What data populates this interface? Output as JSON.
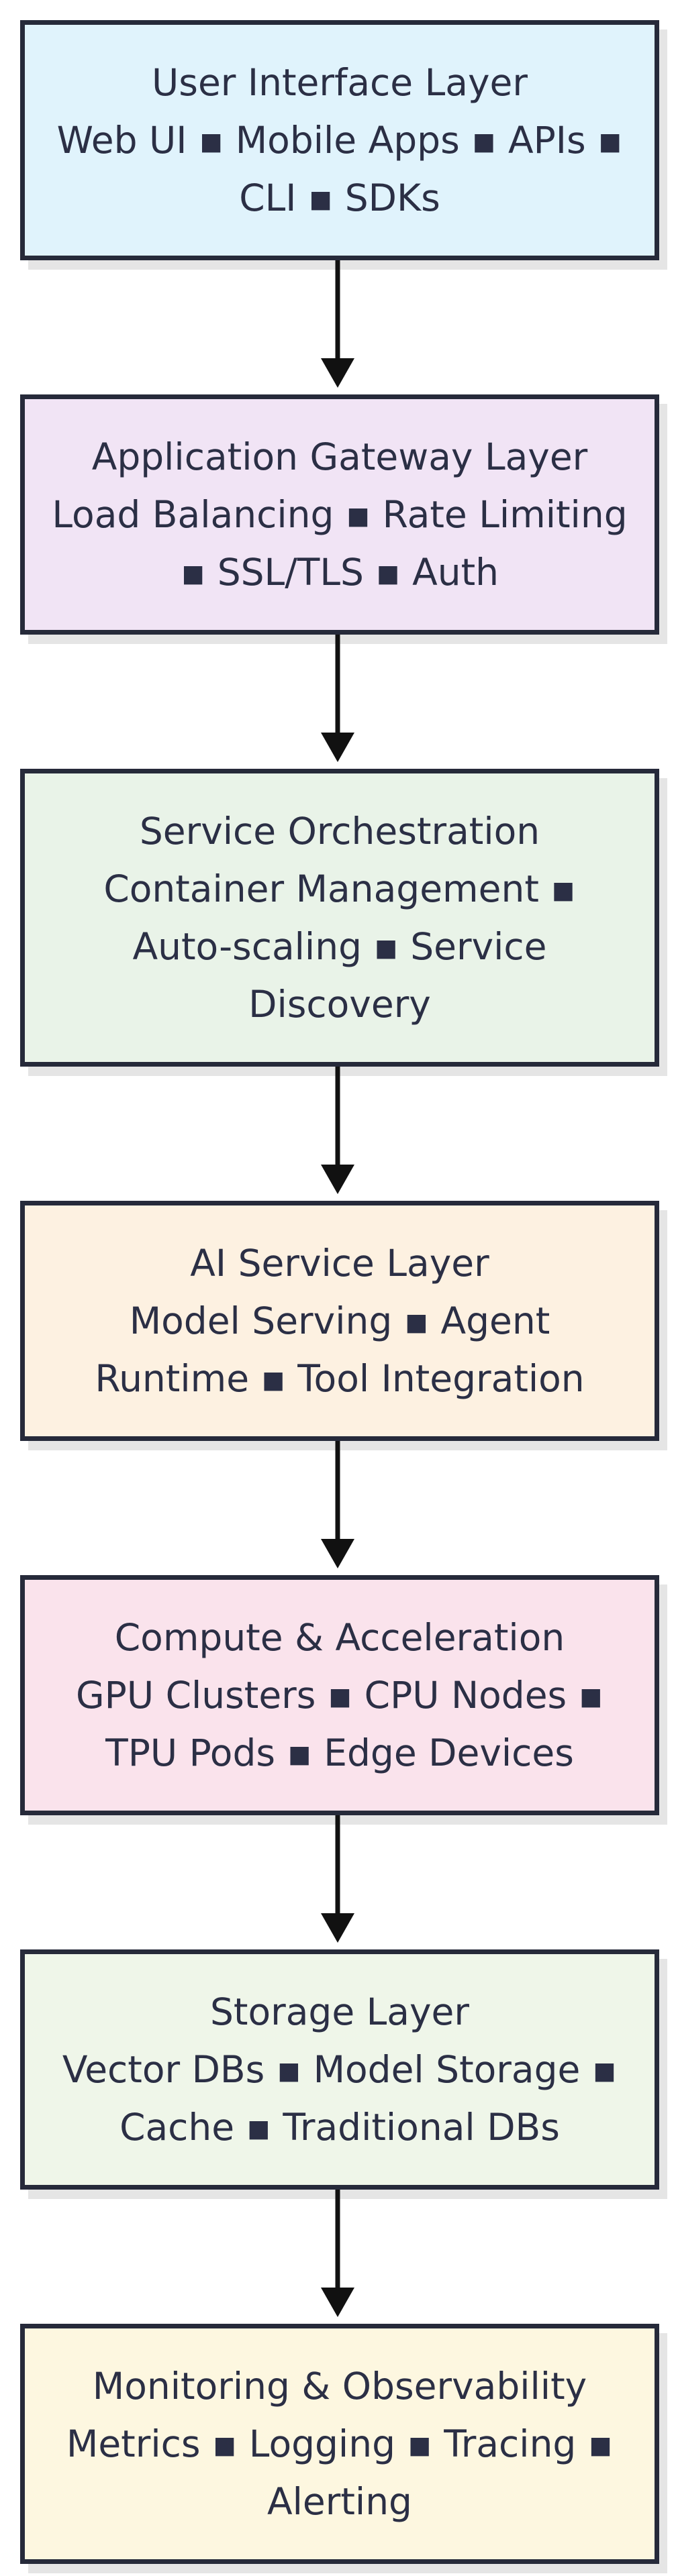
{
  "layers": [
    {
      "title": "User Interface Layer",
      "items": "Web UI ▪ Mobile Apps ▪ APIs ▪ CLI ▪ SDKs",
      "fill": "#e0f3fc"
    },
    {
      "title": "Application Gateway Layer",
      "items": "Load Balancing ▪ Rate Limiting ▪ SSL/TLS ▪ Auth",
      "fill": "#f1e4f5"
    },
    {
      "title": "Service Orchestration",
      "items": "Container Management ▪ Auto-scaling ▪ Service Discovery",
      "fill": "#e9f3e8"
    },
    {
      "title": "AI Service Layer",
      "items": "Model Serving ▪ Agent Runtime ▪ Tool Integration",
      "fill": "#fdf1e1"
    },
    {
      "title": "Compute & Acceleration",
      "items": "GPU Clusters ▪ CPU Nodes ▪ TPU Pods ▪ Edge Devices",
      "fill": "#fae3ec"
    },
    {
      "title": "Storage Layer",
      "items": "Vector DBs ▪ Model Storage ▪ Cache ▪ Traditional DBs",
      "fill": "#eff6e9"
    },
    {
      "title": "Monitoring & Observability",
      "items": "Metrics ▪ Logging ▪ Tracing ▪ Alerting",
      "fill": "#fdf7e0"
    }
  ],
  "colors": {
    "border": "#262a3a",
    "text": "#2b2f45",
    "arrow": "#111111",
    "shadow": "#e5e5e5"
  }
}
